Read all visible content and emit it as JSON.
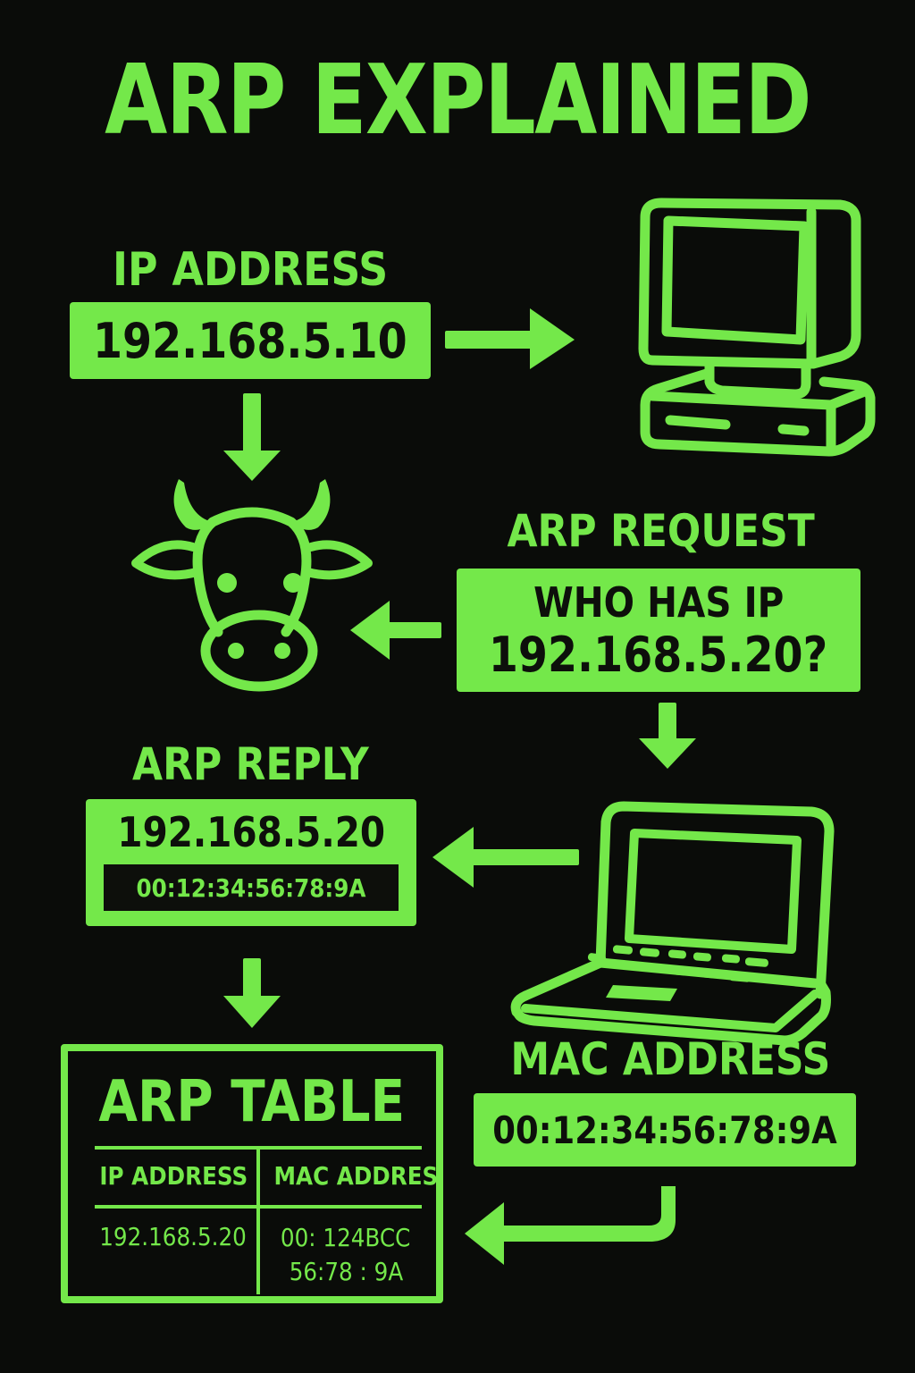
{
  "title": "ARP EXPLAINED",
  "colors": {
    "background": "#0a0c09",
    "accent_green": "#74e84a",
    "text_dark": "#0d0f0b"
  },
  "ip_address_section": {
    "label": "IP ADDRESS",
    "value": "192.168.5.10"
  },
  "arp_request_section": {
    "label": "ARP REQUEST",
    "line1": "WHO HAS IP",
    "line2": "192.168.5.20?"
  },
  "arp_reply_section": {
    "label": "ARP REPLY",
    "ip": "192.168.5.20",
    "mac": "00:12:34:56:78:9A"
  },
  "mac_address_section": {
    "label": "MAC ADDRESS",
    "value": "00:12:34:56:78:9A"
  },
  "arp_table": {
    "title": "ARP TABLE",
    "columns": [
      "IP ADDRESS",
      "MAC ADDRES"
    ],
    "rows": [
      {
        "ip": "192.168.5.20",
        "mac_line1": "00: 124BCC",
        "mac_line2": "56:78 : 9A"
      }
    ]
  },
  "icons": {
    "desktop": "desktop-computer-icon",
    "cow": "cow-icon",
    "laptop": "laptop-icon",
    "arrows": [
      "arrow-right",
      "arrow-down",
      "arrow-left",
      "arrow-down",
      "arrow-left",
      "arrow-down",
      "return-arrow-left"
    ]
  }
}
